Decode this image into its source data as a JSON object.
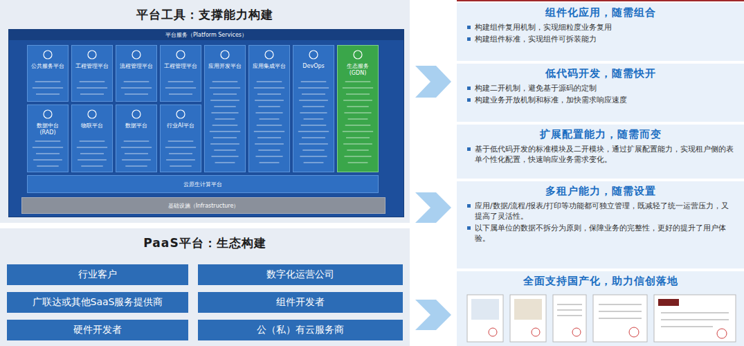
{
  "diagram": {
    "nodes": [
      {
        "text": [
          "平台工具：支撑能力构建"
        ]
      },
      {
        "text": [
          "平台服务（Platform Services）"
        ],
        "in": 0
      },
      {
        "text": [
          "公共服务平台"
        ],
        "in": 1
      },
      {
        "text": [
          "工程管理平台"
        ],
        "in": 1
      },
      {
        "text": [
          "流程管理平台"
        ],
        "in": 1
      },
      {
        "text": [
          "工程管理平台"
        ],
        "in": 1
      },
      {
        "text": [
          "应用开发平台"
        ],
        "in": 1
      },
      {
        "text": [
          "应用集成平台"
        ],
        "in": 1
      },
      {
        "text": [
          "DevOps"
        ],
        "in": 1
      },
      {
        "text": [
          "生态服务 (GDN)"
        ],
        "in": 1
      },
      {
        "text": [
          "数据中台 (RAD)"
        ],
        "in": 1
      },
      {
        "text": [
          "物联平台"
        ],
        "in": 1
      },
      {
        "text": [
          "数据平台"
        ],
        "in": 1
      },
      {
        "text": [
          "行业AI平台"
        ],
        "in": 1
      },
      {
        "text": [
          "云原生计算平台"
        ],
        "in": 1
      },
      {
        "text": [
          "基础设施（Infrastructure）"
        ],
        "in": 1
      },
      {
        "text": [
          "PaaS平台：生态构建"
        ]
      },
      {
        "text": [
          "行业客户"
        ],
        "in": 16
      },
      {
        "text": [
          "数字化运营公司"
        ],
        "in": 16
      },
      {
        "text": [
          "广联达或其他SaaS服务提供商"
        ],
        "in": 16
      },
      {
        "text": [
          "组件开发者"
        ],
        "in": 16
      },
      {
        "text": [
          "硬件开发者"
        ],
        "in": 16
      },
      {
        "text": [
          "公（私）有云服务商"
        ],
        "in": 16
      },
      {
        "text": [
          "组件化应用，随需组合",
          "构建组件复用机制，实现细粒度业务复用",
          "构建组件标准，实现组件可拆装能力"
        ]
      },
      {
        "text": [
          "低代码开发，随需快开",
          "构建二开机制，避免基于源码的定制",
          "构建业务开放机制和标准，加快需求响应速度"
        ]
      },
      {
        "text": [
          "扩展配置能力，随需而变",
          "基于低代码开发的标准模块及二开模块，通过扩展配置能力，实现租户侧的表单个性化配置，快速响应业务需求变化。"
        ]
      },
      {
        "text": [
          "多租户能力，随需设置",
          "应用/数据/流程/报表/打印等功能都可独立管理，既减轻了统一运营压力，又提高了灵活性。",
          "以下属单位的数据不拆分为原则，保障业务的完整性，更好的提升了用户体验。"
        ]
      },
      {
        "text": [
          "全面支持国产化，助力信创落地"
        ]
      }
    ]
  }
}
